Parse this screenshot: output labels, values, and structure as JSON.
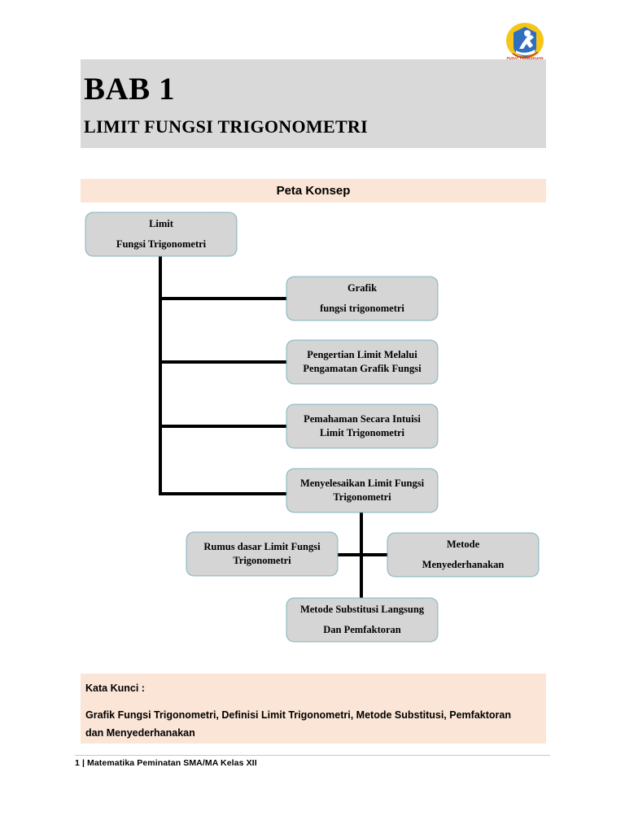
{
  "page": {
    "logo_icon": "student-emblem-logo",
    "footer": "1 |  Matematika Peminatan SMA/MA Kelas XII"
  },
  "header": {
    "chapter_number": "BAB 1",
    "chapter_title": "LIMIT FUNGSI TRIGONOMETRI",
    "band_color": "#d9d9d9"
  },
  "peta_konsep": {
    "banner_label": "Peta Konsep",
    "banner_color": "#fbe5d6",
    "node_fill": "#d5d5d5",
    "node_border": "#9fc3cc",
    "connector_color": "#000000",
    "nodes": [
      {
        "id": "root",
        "line1": "Limit",
        "line2": "Fungsi Trigonometri"
      },
      {
        "id": "grafik",
        "line1": "Grafik",
        "line2": "fungsi trigonometri"
      },
      {
        "id": "pengertian",
        "line1": "Pengertian Limit Melalui",
        "line2": "Pengamatan Grafik Fungsi"
      },
      {
        "id": "pemahaman",
        "line1": "Pemahaman Secara Intuisi",
        "line2": "Limit Trigonometri"
      },
      {
        "id": "menyelesaikan",
        "line1": "Menyelesaikan Limit Fungsi",
        "line2": "Trigonometri"
      },
      {
        "id": "rumus",
        "line1": "Rumus dasar Limit Fungsi",
        "line2": "Trigonometri"
      },
      {
        "id": "metode",
        "line1": "Metode",
        "line2": "Menyederhanakan"
      },
      {
        "id": "substitusi",
        "line1": "Metode Substitusi Langsung",
        "line2": "Dan Pemfaktoran"
      }
    ]
  },
  "kata_kunci": {
    "title": "Kata Kunci :",
    "body_line1": "Grafik Fungsi Trigonometri, Definisi Limit Trigonometri, Metode Substitusi, Pemfaktoran",
    "body_line2": "dan Menyederhanakan"
  }
}
